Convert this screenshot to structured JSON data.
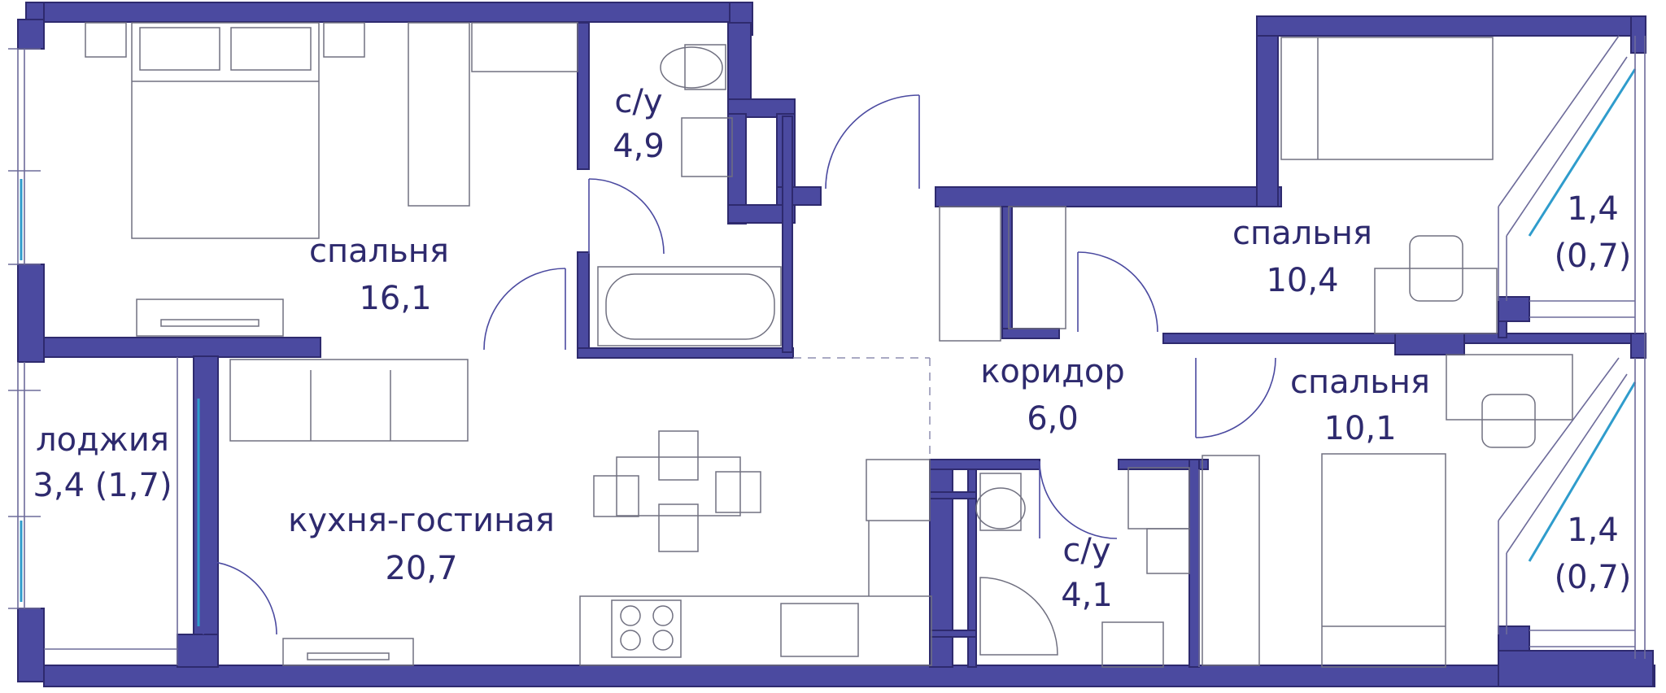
{
  "plan": {
    "colors": {
      "wall": "#4b4aa0",
      "wall_stroke": "#2e2a6e",
      "glass": "#2f9ccc",
      "text": "#2e2a6e",
      "furniture": "#707080"
    },
    "rooms": [
      {
        "id": "bedroom-1",
        "name": "спальня",
        "area": "16,1"
      },
      {
        "id": "bath-1",
        "name": "с/у",
        "area": "4,9"
      },
      {
        "id": "loggia",
        "name": "лоджия",
        "area": "3,4 (1,7)"
      },
      {
        "id": "kitchen",
        "name": "кухня-гостиная",
        "area": "20,7"
      },
      {
        "id": "corridor",
        "name": "коридор",
        "area": "6,0"
      },
      {
        "id": "bath-2",
        "name": "с/у",
        "area": "4,1"
      },
      {
        "id": "bedroom-2",
        "name": "спальня",
        "area": "10,4"
      },
      {
        "id": "bedroom-3",
        "name": "спальня",
        "area": "10,1"
      },
      {
        "id": "balcony-1",
        "name": "1,4",
        "area": "(0,7)"
      },
      {
        "id": "balcony-2",
        "name": "1,4",
        "area": "(0,7)"
      }
    ]
  }
}
